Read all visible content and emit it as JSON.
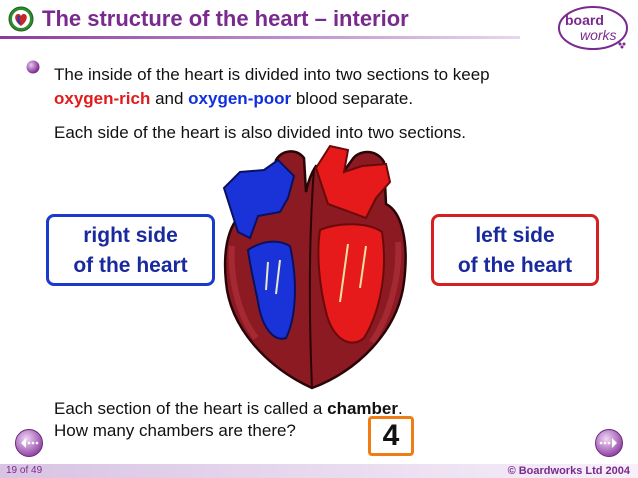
{
  "header": {
    "title": "The structure of the heart – interior",
    "icon_name": "heart-icon",
    "logo_top": "board",
    "logo_bottom": "works",
    "accent_color": "#7a2a8e"
  },
  "intro": {
    "line1": "The inside of the heart is divided into two sections to keep",
    "term_rich": "oxygen-rich",
    "conj": " and ",
    "term_poor": "oxygen-poor",
    "line2_end": " blood separate.",
    "rich_color": "#e11b1b",
    "poor_color": "#1030e0"
  },
  "para2": "Each side of the heart is also divided into two sections.",
  "labels": {
    "right_line1": "right side",
    "right_line2": "of the heart",
    "left_line1": "left side",
    "left_line2": "of the heart"
  },
  "question": {
    "line1_start": "Each section of the heart is called a ",
    "line1_term": "chamber",
    "line1_end": ".",
    "line2": "How many chambers are there?",
    "answer": "4"
  },
  "footer": {
    "page": "19 of 49",
    "copyright": "© Boardworks Ltd 2004",
    "prev_icon": "prev-arrow-icon",
    "next_icon": "next-arrow-icon"
  }
}
